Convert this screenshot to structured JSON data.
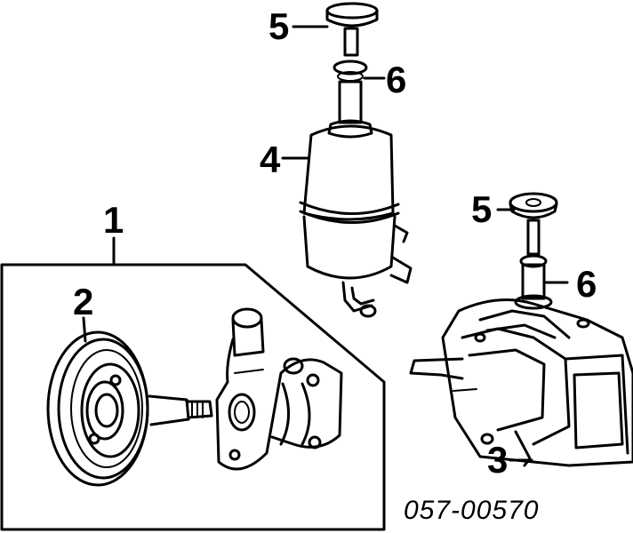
{
  "callouts": {
    "assembly": "1",
    "pulley": "2",
    "reservoir_lower": "3",
    "reservoir_upper": "4",
    "cap_upper": "5",
    "cap_lower": "5",
    "gasket_upper": "6",
    "gasket_lower": "6"
  },
  "part_number": "057-00570"
}
